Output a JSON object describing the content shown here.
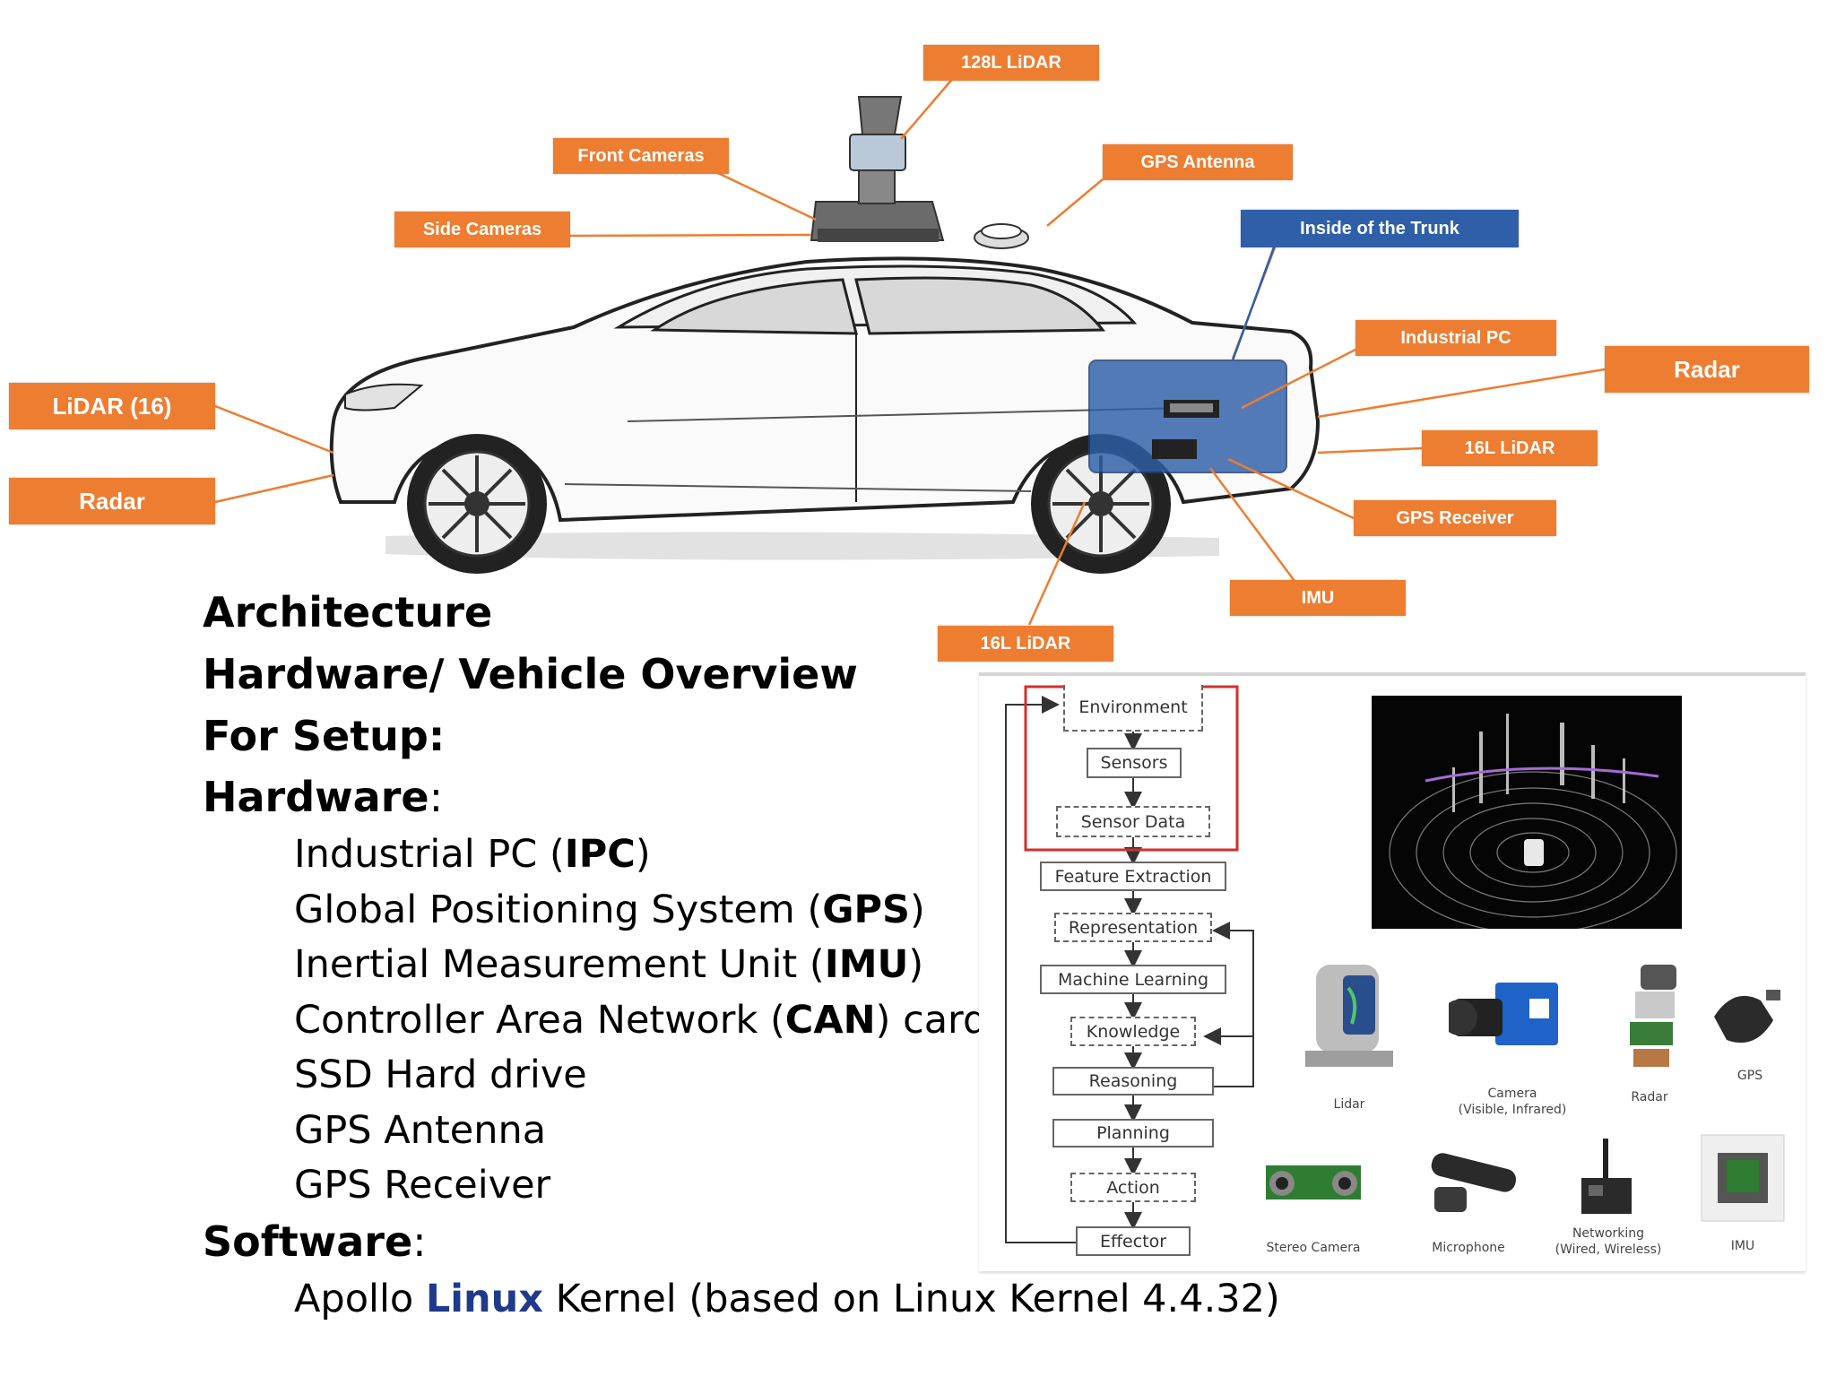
{
  "car_labels": {
    "lidar_128": "128L LiDAR",
    "front_cameras": "Front Cameras",
    "gps_antenna": "GPS Antenna",
    "side_cameras": "Side Cameras",
    "inside_trunk": "Inside of the Trunk",
    "industrial_pc": "Industrial PC",
    "radar_rear": "Radar",
    "lidar_16_front": "LiDAR (16)",
    "radar_front": "Radar",
    "lidar_16_rear": "16L LiDAR",
    "gps_receiver": "GPS Receiver",
    "imu": "IMU",
    "lidar_16_bottom": "16L LiDAR"
  },
  "text": {
    "architecture": "Architecture",
    "overview": "Hardware/ Vehicle Overview",
    "for_setup": "For Setup:",
    "hardware": "Hardware",
    "hardware_colon": ":",
    "hw_items": [
      {
        "pre": "Industrial PC (",
        "bold": "IPC",
        "post": ")"
      },
      {
        "pre": "Global Positioning System (",
        "bold": "GPS",
        "post": ")"
      },
      {
        "pre": "Inertial Measurement Unit (",
        "bold": "IMU",
        "post": ")"
      },
      {
        "pre": "Controller Area Network (",
        "bold": "CAN",
        "post": ") card"
      },
      {
        "pre": "SSD Hard drive",
        "bold": "",
        "post": ""
      },
      {
        "pre": "GPS Antenna",
        "bold": "",
        "post": ""
      },
      {
        "pre": "GPS Receiver",
        "bold": "",
        "post": ""
      }
    ],
    "software": "Software",
    "software_colon": ":",
    "sw_pre": "Apollo ",
    "sw_linux": "Linux",
    "sw_post": " Kernel (based on Linux Kernel 4.4.32)"
  },
  "flow": {
    "steps": [
      "Environment",
      "Sensors",
      "Sensor Data",
      "Feature Extraction",
      "Representation",
      "Machine Learning",
      "Knowledge",
      "Reasoning",
      "Planning",
      "Action",
      "Effector"
    ]
  },
  "sensors": {
    "lidar": "Lidar",
    "camera_1": "Camera",
    "camera_2": "(Visible, Infrared)",
    "radar": "Radar",
    "gps": "GPS",
    "stereo": "Stereo Camera",
    "microphone": "Microphone",
    "networking_1": "Networking",
    "networking_2": "(Wired, Wireless)",
    "imu": "IMU"
  },
  "colors": {
    "tag_orange": "#ED7D31",
    "tag_blue": "#2E5FA8",
    "trunk_overlay": "#2E5FA8",
    "flow_highlight": "#D32F2F",
    "linux_blue": "#1F3A8A"
  }
}
